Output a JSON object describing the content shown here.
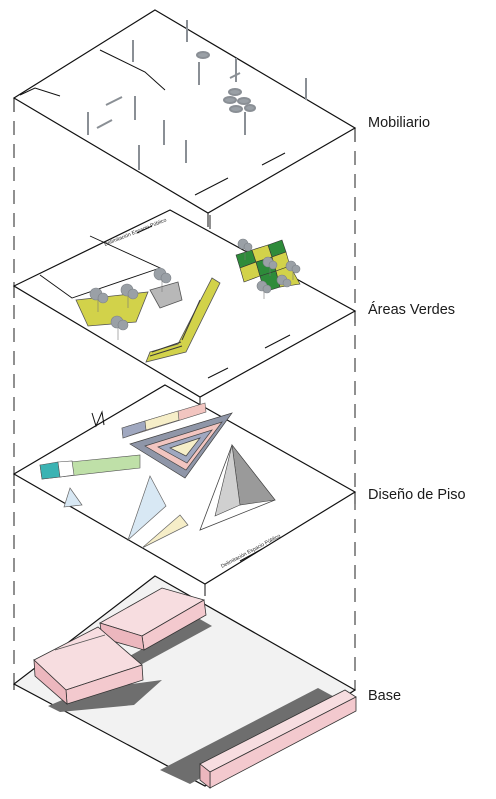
{
  "layers": [
    {
      "id": "mobiliario",
      "label": "Mobiliario"
    },
    {
      "id": "areas-verdes",
      "label": "Áreas Verdes",
      "boundary_label": "Delimitación Espacio Público"
    },
    {
      "id": "diseno-piso",
      "label": "Diseño de Piso",
      "boundary_label": "Delimitación Espacio Público"
    },
    {
      "id": "base",
      "label": "Base"
    }
  ],
  "colors": {
    "outline": "#111111",
    "tree_gray": "#9aa0a6",
    "green_yellow": "#d2d24a",
    "green": "#2e8b3a",
    "building_pink": "#f7dde0",
    "street_gray": "#6e6e6e",
    "plaza_light": "#f2f2f2",
    "teal": "#3bb3b3",
    "light_green": "#bfe0a8",
    "light_blue": "#d8e8f4",
    "light_yellow": "#f6eec8",
    "salmon": "#f2c5c0",
    "purple_gray": "#a0a8c0"
  }
}
